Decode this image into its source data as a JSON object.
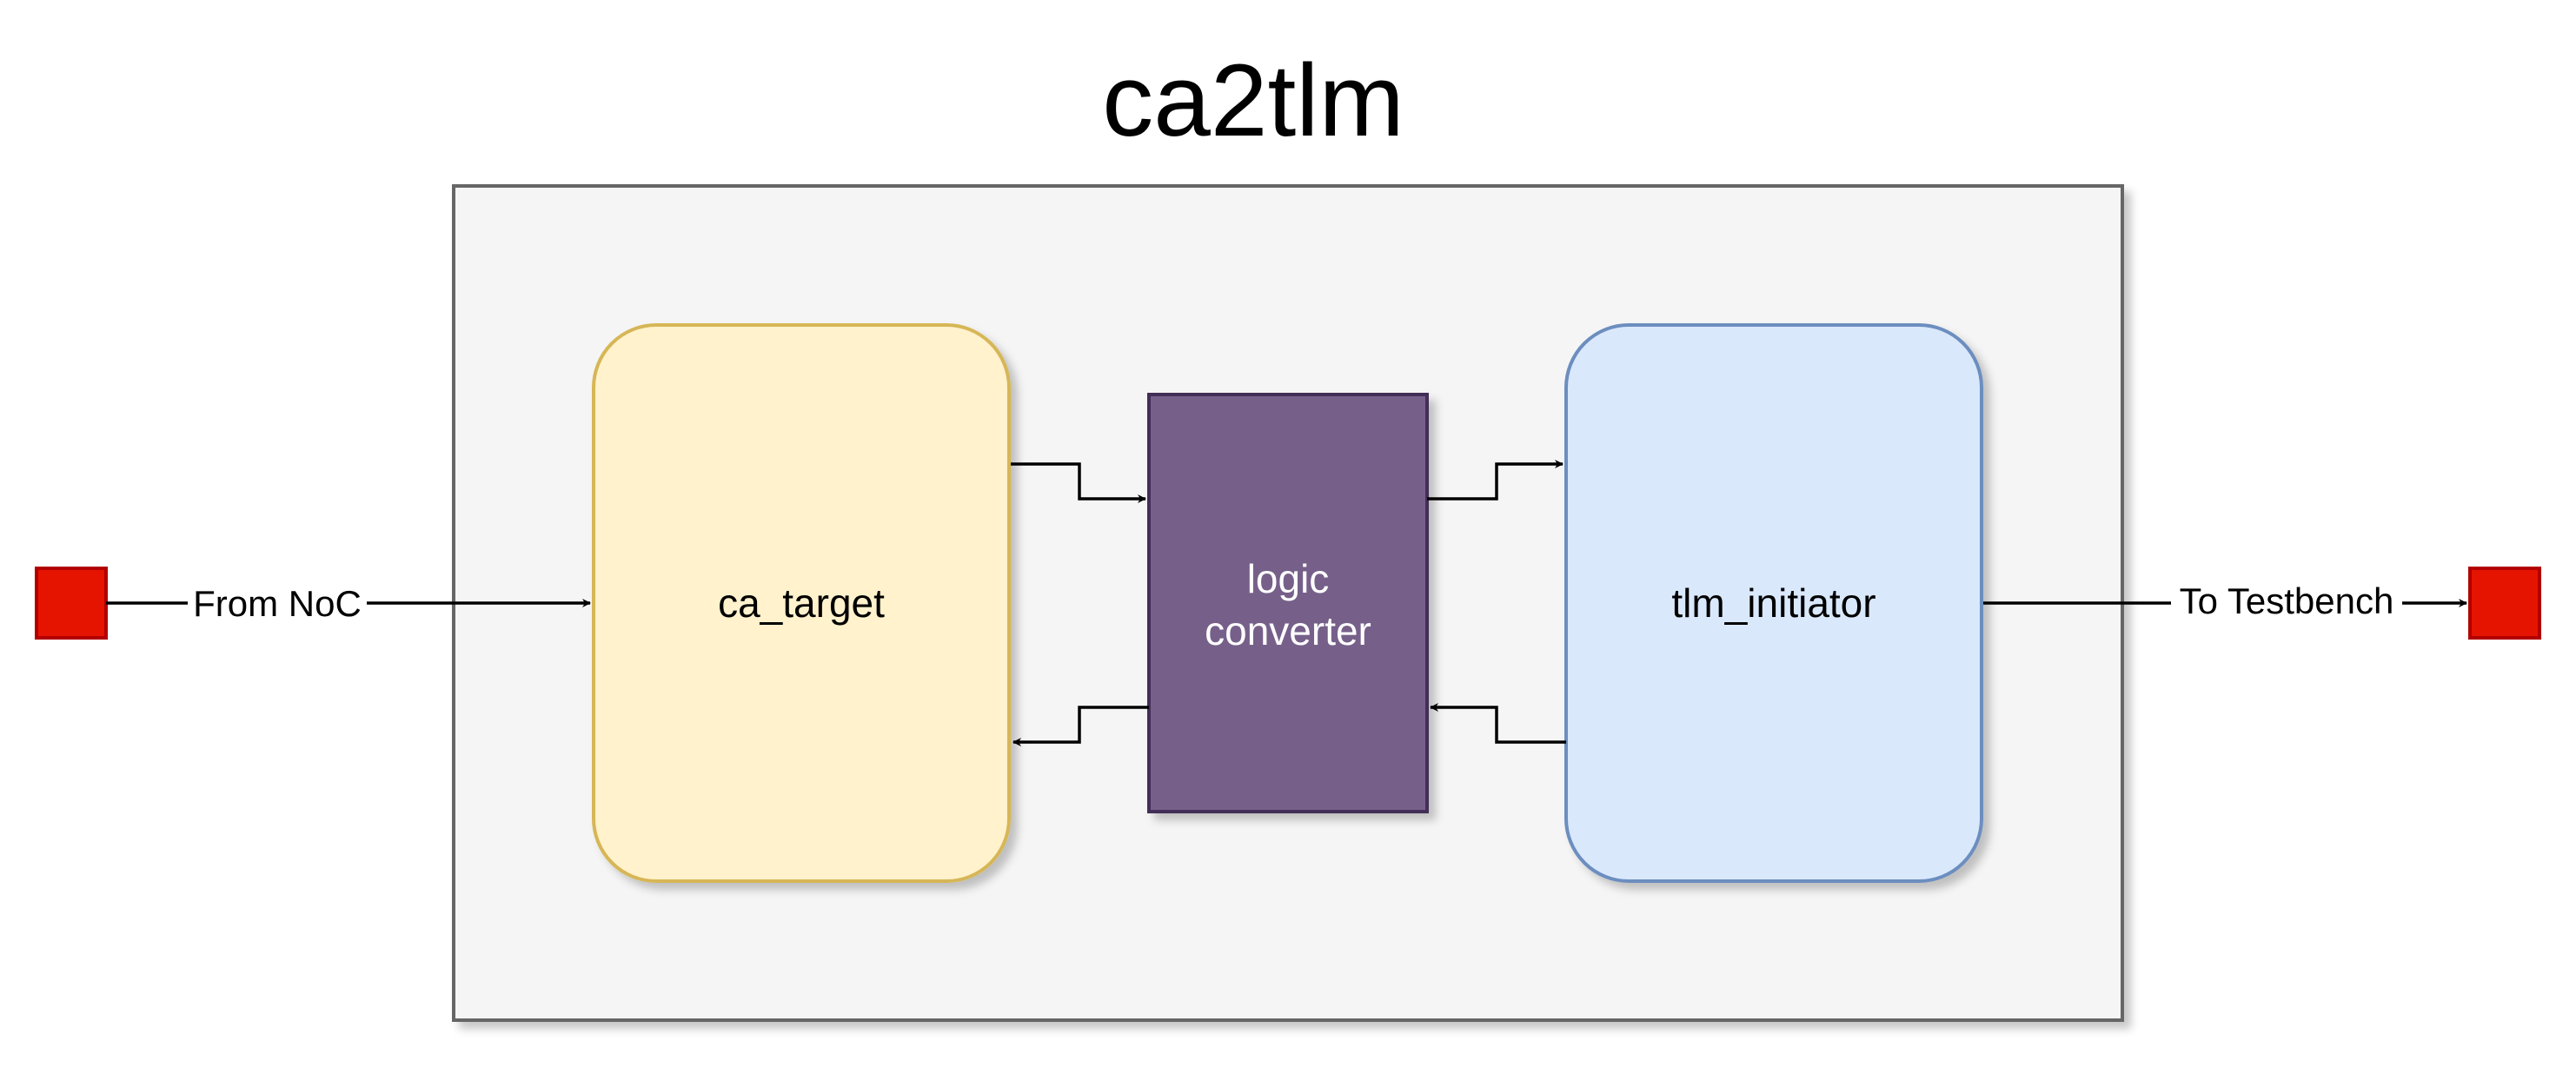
{
  "title": "ca2tlm",
  "blocks": {
    "ca_target": {
      "label": "ca_target",
      "fill": "#fff2cc",
      "stroke": "#d6b656"
    },
    "logic_converter": {
      "label_lines": [
        "logic",
        "converter"
      ],
      "fill": "#76608a",
      "stroke": "#432d57",
      "text_color": "#ffffff"
    },
    "tlm_initiator": {
      "label": "tlm_initiator",
      "fill": "#dae8fc",
      "stroke": "#6c8ebf"
    }
  },
  "container": {
    "fill": "#f5f5f5",
    "stroke": "#666666"
  },
  "ports": {
    "fill": "#e51400",
    "stroke": "#b20000"
  },
  "edges": {
    "input_label": "From NoC",
    "output_label": "To Testbench"
  }
}
